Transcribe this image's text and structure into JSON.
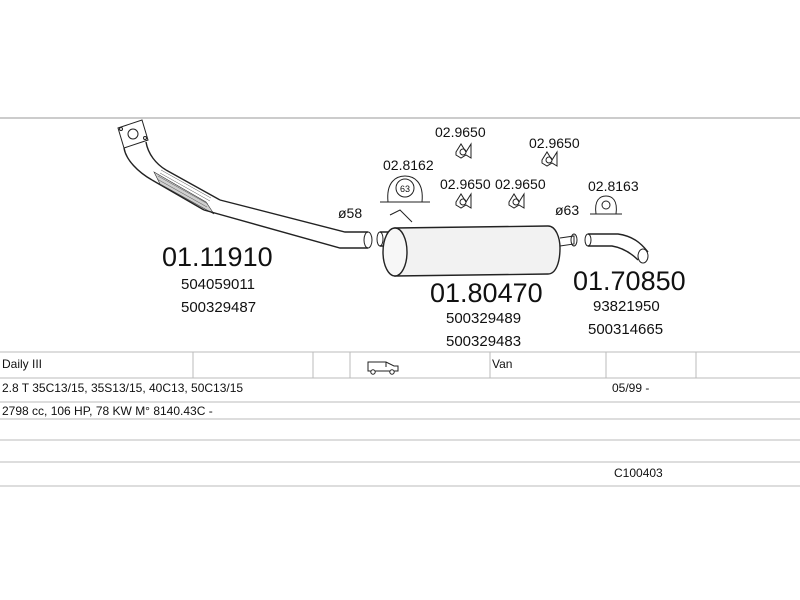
{
  "parts": {
    "downpipe": {
      "number": "01.11910",
      "oem": [
        "504059011",
        "500329487"
      ]
    },
    "middle_silencer": {
      "number": "01.80470",
      "oem": [
        "500329489",
        "500329483"
      ]
    },
    "tail_pipe": {
      "number": "01.70850",
      "oem": [
        "93821950",
        "500314665"
      ]
    }
  },
  "accessories": {
    "clamp_a": "02.8162",
    "clamp_a_size": "63",
    "clamp_b": "02.8163",
    "mount_1": "02.9650",
    "mount_2": "02.9650",
    "mount_3": "02.9650",
    "mount_4": "02.9650"
  },
  "diameters": {
    "d1": "ø58",
    "d2": "ø63"
  },
  "vehicle": {
    "model": "Daily III",
    "body": "Van",
    "engines": "2.8 T 35C13/15, 35S13/15, 40C13, 50C13/15",
    "date": "05/99 -",
    "spec": "2798 cc, 106 HP, 78 KW M° 8140.43C -",
    "code": "C100403"
  },
  "icons": {
    "vehicle": "van-icon"
  }
}
